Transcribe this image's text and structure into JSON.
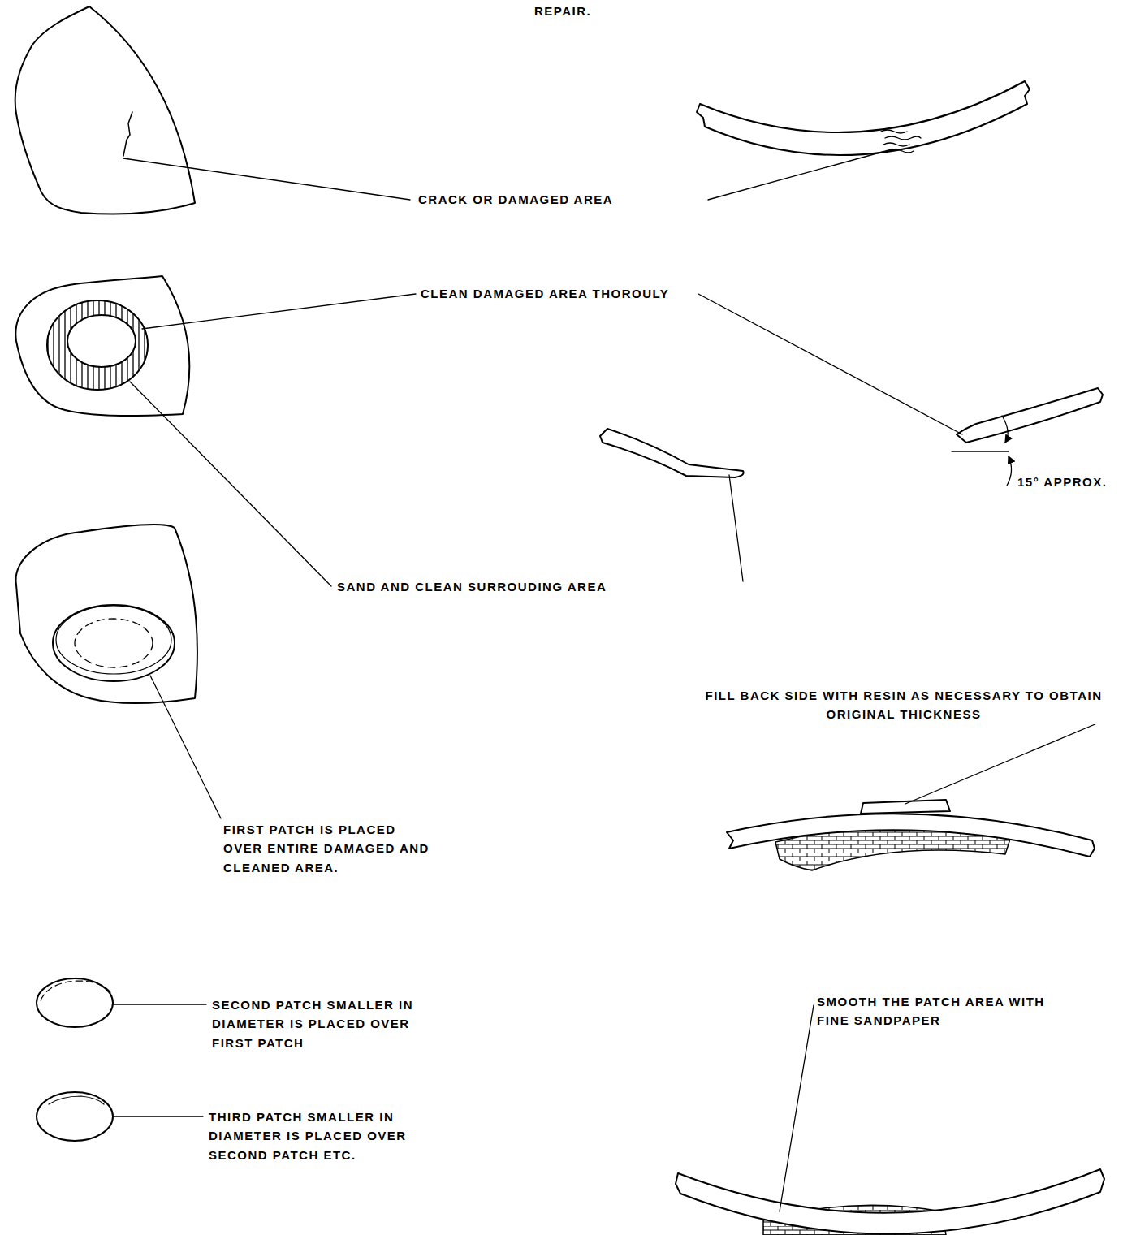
{
  "diagram": {
    "labels": [
      "REPAIR.",
      "CRACK OR DAMAGED AREA",
      "CLEAN DAMAGED AREA THOROULY",
      "15° APPROX.",
      "SAND AND CLEAN SURROUDING AREA",
      "FIRST PATCH IS PLACED OVER ENTIRE DAMAGED AND CLEANED AREA.",
      "FILL BACK SIDE WITH RESIN AS NECESSARY TO OBTAIN ORIGINAL THICKNESS",
      "SECOND PATCH SMALLER IN DIAMETER IS PLACED OVER FIRST PATCH",
      "THIRD PATCH SMALLER IN DIAMETER IS PLACED OVER SECOND PATCH ETC.",
      "SMOOTH THE PATCH AREA WITH FINE SANDPAPER"
    ]
  }
}
